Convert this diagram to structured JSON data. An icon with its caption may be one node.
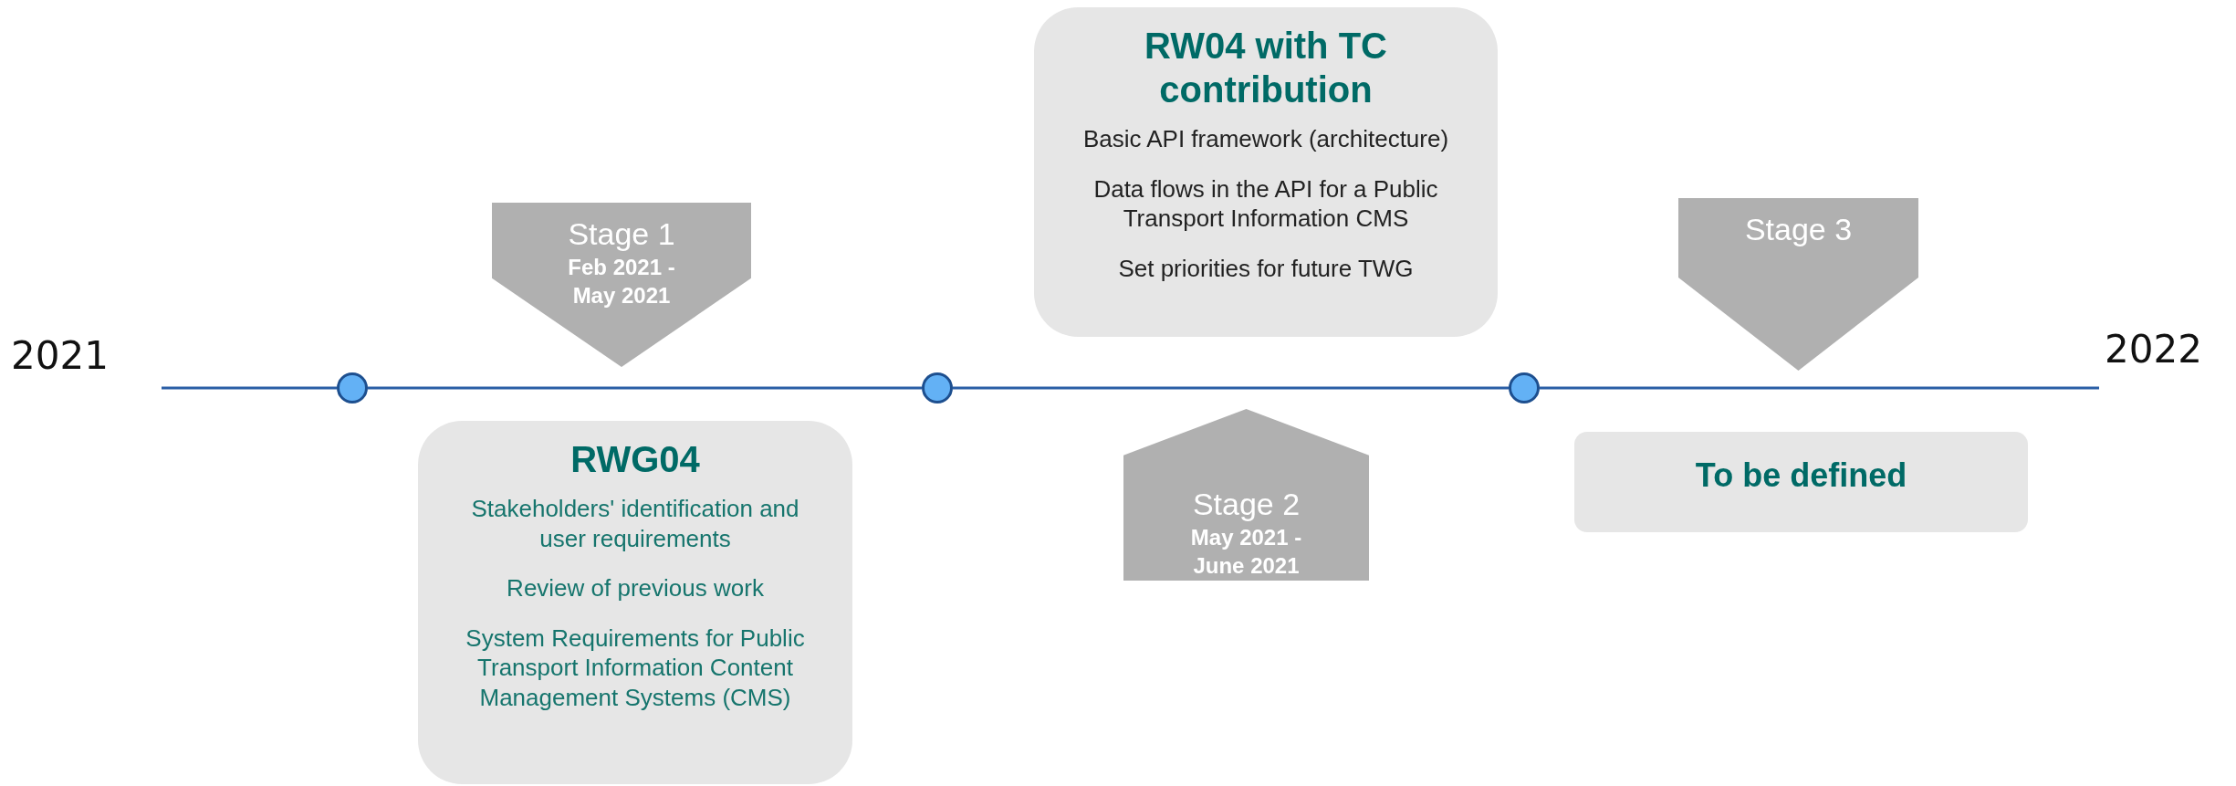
{
  "diagram": {
    "nodes": [
      {
        "text": [
          "Stage 1",
          "Feb 2021 - May 2021"
        ]
      },
      {
        "text": [
          "RW04 with TC contribution",
          "Basic API framework (architecture)",
          "Data flows in the API for a Public Transport Information CMS",
          "Set priorities for future TWG"
        ]
      },
      {
        "text": [
          "Stage 3"
        ]
      },
      {
        "text": [],
        "shape": "circle"
      },
      {
        "text": [],
        "shape": "circle"
      },
      {
        "text": [],
        "shape": "circle"
      },
      {
        "text": [
          "RWG04",
          "Stakeholders' identification and user requirements",
          "Review of previous work",
          "System Requirements for Public Transport Information Content Management Systems (CMS)"
        ]
      },
      {
        "text": [
          "Stage 2",
          "May 2021 - June 2021"
        ]
      },
      {
        "text": [
          "To be defined"
        ]
      }
    ],
    "edges": [
      {
        "from": null,
        "to": 3,
        "arrow": "none"
      },
      {
        "from": 3,
        "to": 4,
        "arrow": "none"
      },
      {
        "from": 4,
        "to": 5,
        "arrow": "none"
      },
      {
        "from": 5,
        "to": null,
        "arrow": "none"
      }
    ],
    "labels": [
      "2021",
      "2022"
    ]
  }
}
